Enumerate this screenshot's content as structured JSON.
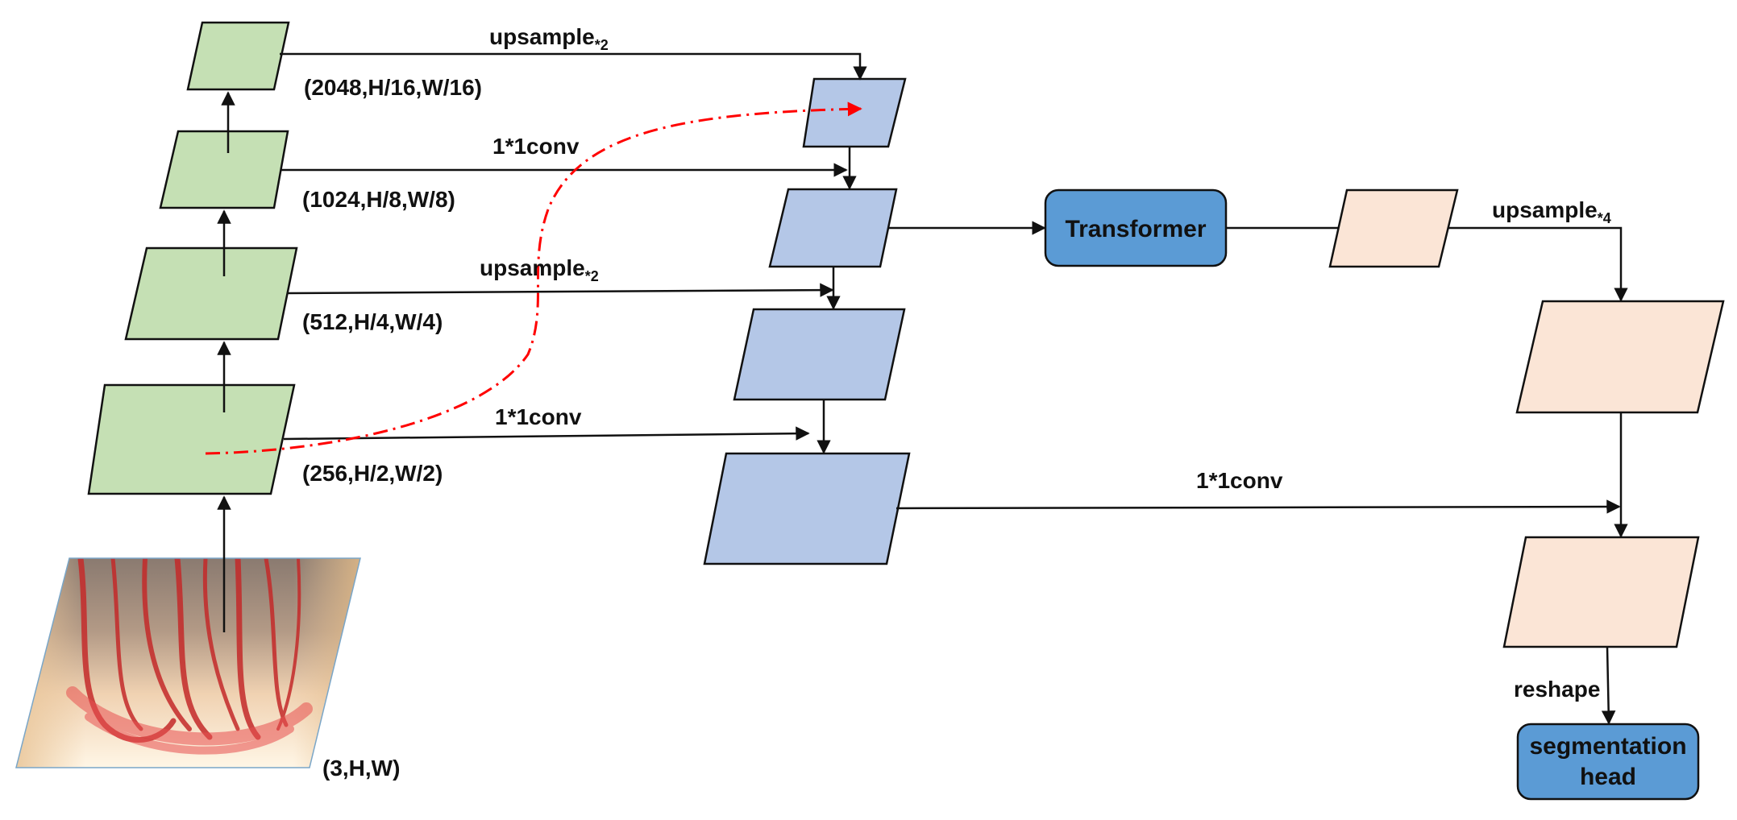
{
  "diagram": {
    "encoder_shapes": {
      "input": "(3,H,W)",
      "stage1": "(256,H/2,W/2)",
      "stage2": "(512,H/4,W/4)",
      "stage3": "(1024,H/8,W/8)",
      "stage4": "(2048,H/16,W/16)"
    },
    "edge_labels": {
      "upsample_top_base": "upsample",
      "upsample_top_sub": "*2",
      "conv_top": "1*1conv",
      "upsample_mid_base": "upsample",
      "upsample_mid_sub": "*2",
      "conv_bottom": "1*1conv",
      "upsample_right_base": "upsample",
      "upsample_right_sub": "*4",
      "conv_right": "1*1conv",
      "reshape": "reshape"
    },
    "blocks": {
      "transformer": "Transformer",
      "seg_head_line1": "segmentation",
      "seg_head_line2": "head"
    },
    "colors": {
      "encoder_fill": "#c5e0b4",
      "decoder_fill": "#b4c7e7",
      "output_fill": "#fbe5d6",
      "block_fill": "#5b9bd5",
      "skip_arrow": "#ff0000"
    }
  }
}
